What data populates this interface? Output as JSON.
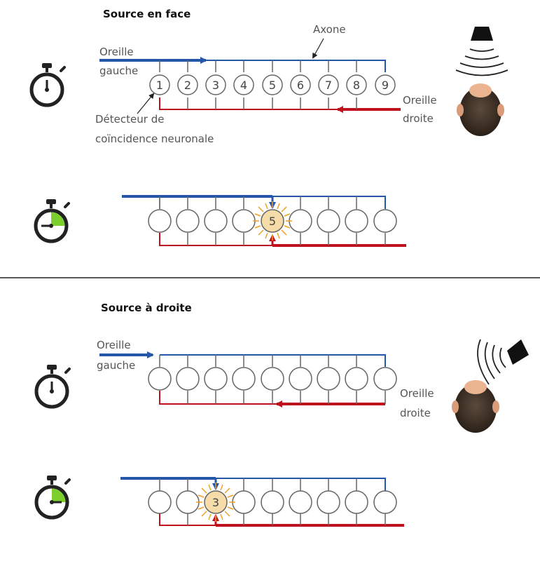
{
  "colors": {
    "left_axon": "#2457a8",
    "right_axon": "#c0111f",
    "detector_stroke": "#666666",
    "fired_fill": "#f6dca8",
    "fired_glow": "#f0a020",
    "timer_elapsed": "#7ccf2c",
    "text": "#555555"
  },
  "sections": [
    {
      "title": "Source en face",
      "labels": {
        "left_ear": [
          "Oreille",
          "gauche"
        ],
        "right_ear": [
          "Oreille",
          "droite"
        ],
        "axon": "Axone",
        "detector": [
          "Détecteur de",
          "coïncidence neuronale"
        ]
      },
      "detector_numbers": [
        "1",
        "2",
        "3",
        "4",
        "5",
        "6",
        "7",
        "8",
        "9"
      ],
      "coincidence_detector": "5",
      "speaker_direction": "front",
      "timers": [
        {
          "elapsed_fraction": 0
        },
        {
          "elapsed_fraction": 0.25
        }
      ]
    },
    {
      "title": "Source à droite",
      "labels": {
        "left_ear": [
          "Oreille",
          "gauche"
        ],
        "right_ear": [
          "Oreille",
          "droite"
        ]
      },
      "coincidence_detector": "3",
      "speaker_direction": "right",
      "timers": [
        {
          "elapsed_fraction": 0
        },
        {
          "elapsed_fraction": 0.25
        }
      ]
    }
  ]
}
